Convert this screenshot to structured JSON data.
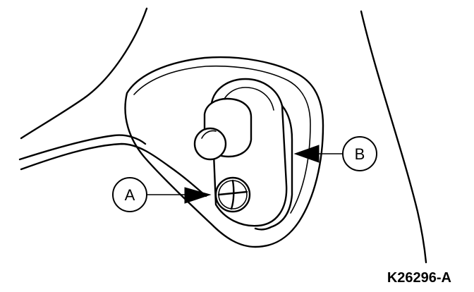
{
  "callouts": {
    "a": "A",
    "b": "B"
  },
  "figure_id": "K26296-A"
}
